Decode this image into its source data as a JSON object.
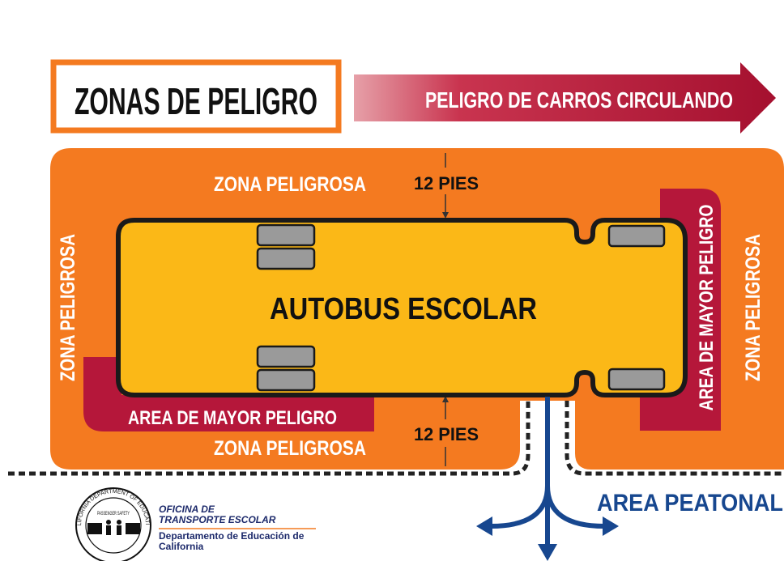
{
  "title": "ZONAS DE PELIGRO",
  "traffic_arrow": "PELIGRO DE CARROS CIRCULANDO",
  "bus_label": "AUTOBUS ESCOLAR",
  "zone_top": "ZONA PELIGROSA",
  "zone_bottom": "ZONA PELIGROSA",
  "zone_left": "ZONA PELIGROSA",
  "zone_right": "ZONA PELIGROSA",
  "distance_top": "12 PIES",
  "distance_bottom": "12 PIES",
  "highest_danger_bottom": "AREA DE MAYOR PELIGRO",
  "highest_danger_right": "AREA DE MAYOR PELIGRO",
  "pedestrian_area": "AREA PEATONAL",
  "logo": {
    "office_line1": "OFICINA DE",
    "office_line2": "TRANSPORTE ESCOLAR",
    "dept_line1": "Departamento de Educación de",
    "dept_line2": "California",
    "seal_text": "CALIFORNIA DEPARTMENT OF EDUCATION",
    "seal_inner": "PASSENGER SAFETY"
  },
  "colors": {
    "orange": "#f47a20",
    "crimson": "#b5173a",
    "bus_yellow": "#fbb817",
    "wheel_gray": "#9a9a9a",
    "arrow_blue": "#17478f"
  }
}
